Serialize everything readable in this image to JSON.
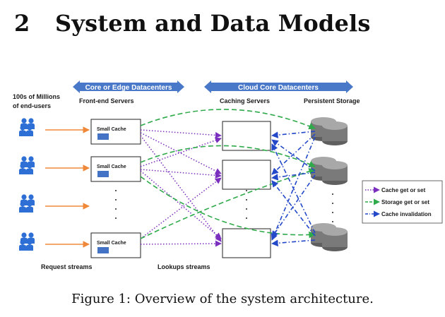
{
  "section": {
    "number": "2",
    "title": "System and Data Models"
  },
  "figure": {
    "caption": "Figure 1: Overview of the system architecture.",
    "banners": {
      "edge": "Core or Edge Datacenters",
      "core": "Cloud Core Datacenters"
    },
    "labels": {
      "users_line1": "100s of Millions",
      "users_line2": "of end-users",
      "frontend": "Front-end Servers",
      "caching": "Caching Servers",
      "storage": "Persistent Storage",
      "small_cache": "Small Cache",
      "request_streams": "Request streams",
      "lookup_streams": "Lookups streams"
    },
    "legend": [
      {
        "label": "Cache get or set",
        "style": "dotted",
        "color": "#7b2fbe"
      },
      {
        "label": "Storage get or set",
        "style": "dashed",
        "color": "#2eaa4a"
      },
      {
        "label": "Cache invalidation",
        "style": "dashdot",
        "color": "#2348c8"
      }
    ],
    "colors": {
      "banner": "#4a78c8",
      "user": "#2e6fd6",
      "request_arrow": "#f0883a",
      "cache_fill": "#4472c4",
      "storage": "#7f7f7f"
    }
  }
}
